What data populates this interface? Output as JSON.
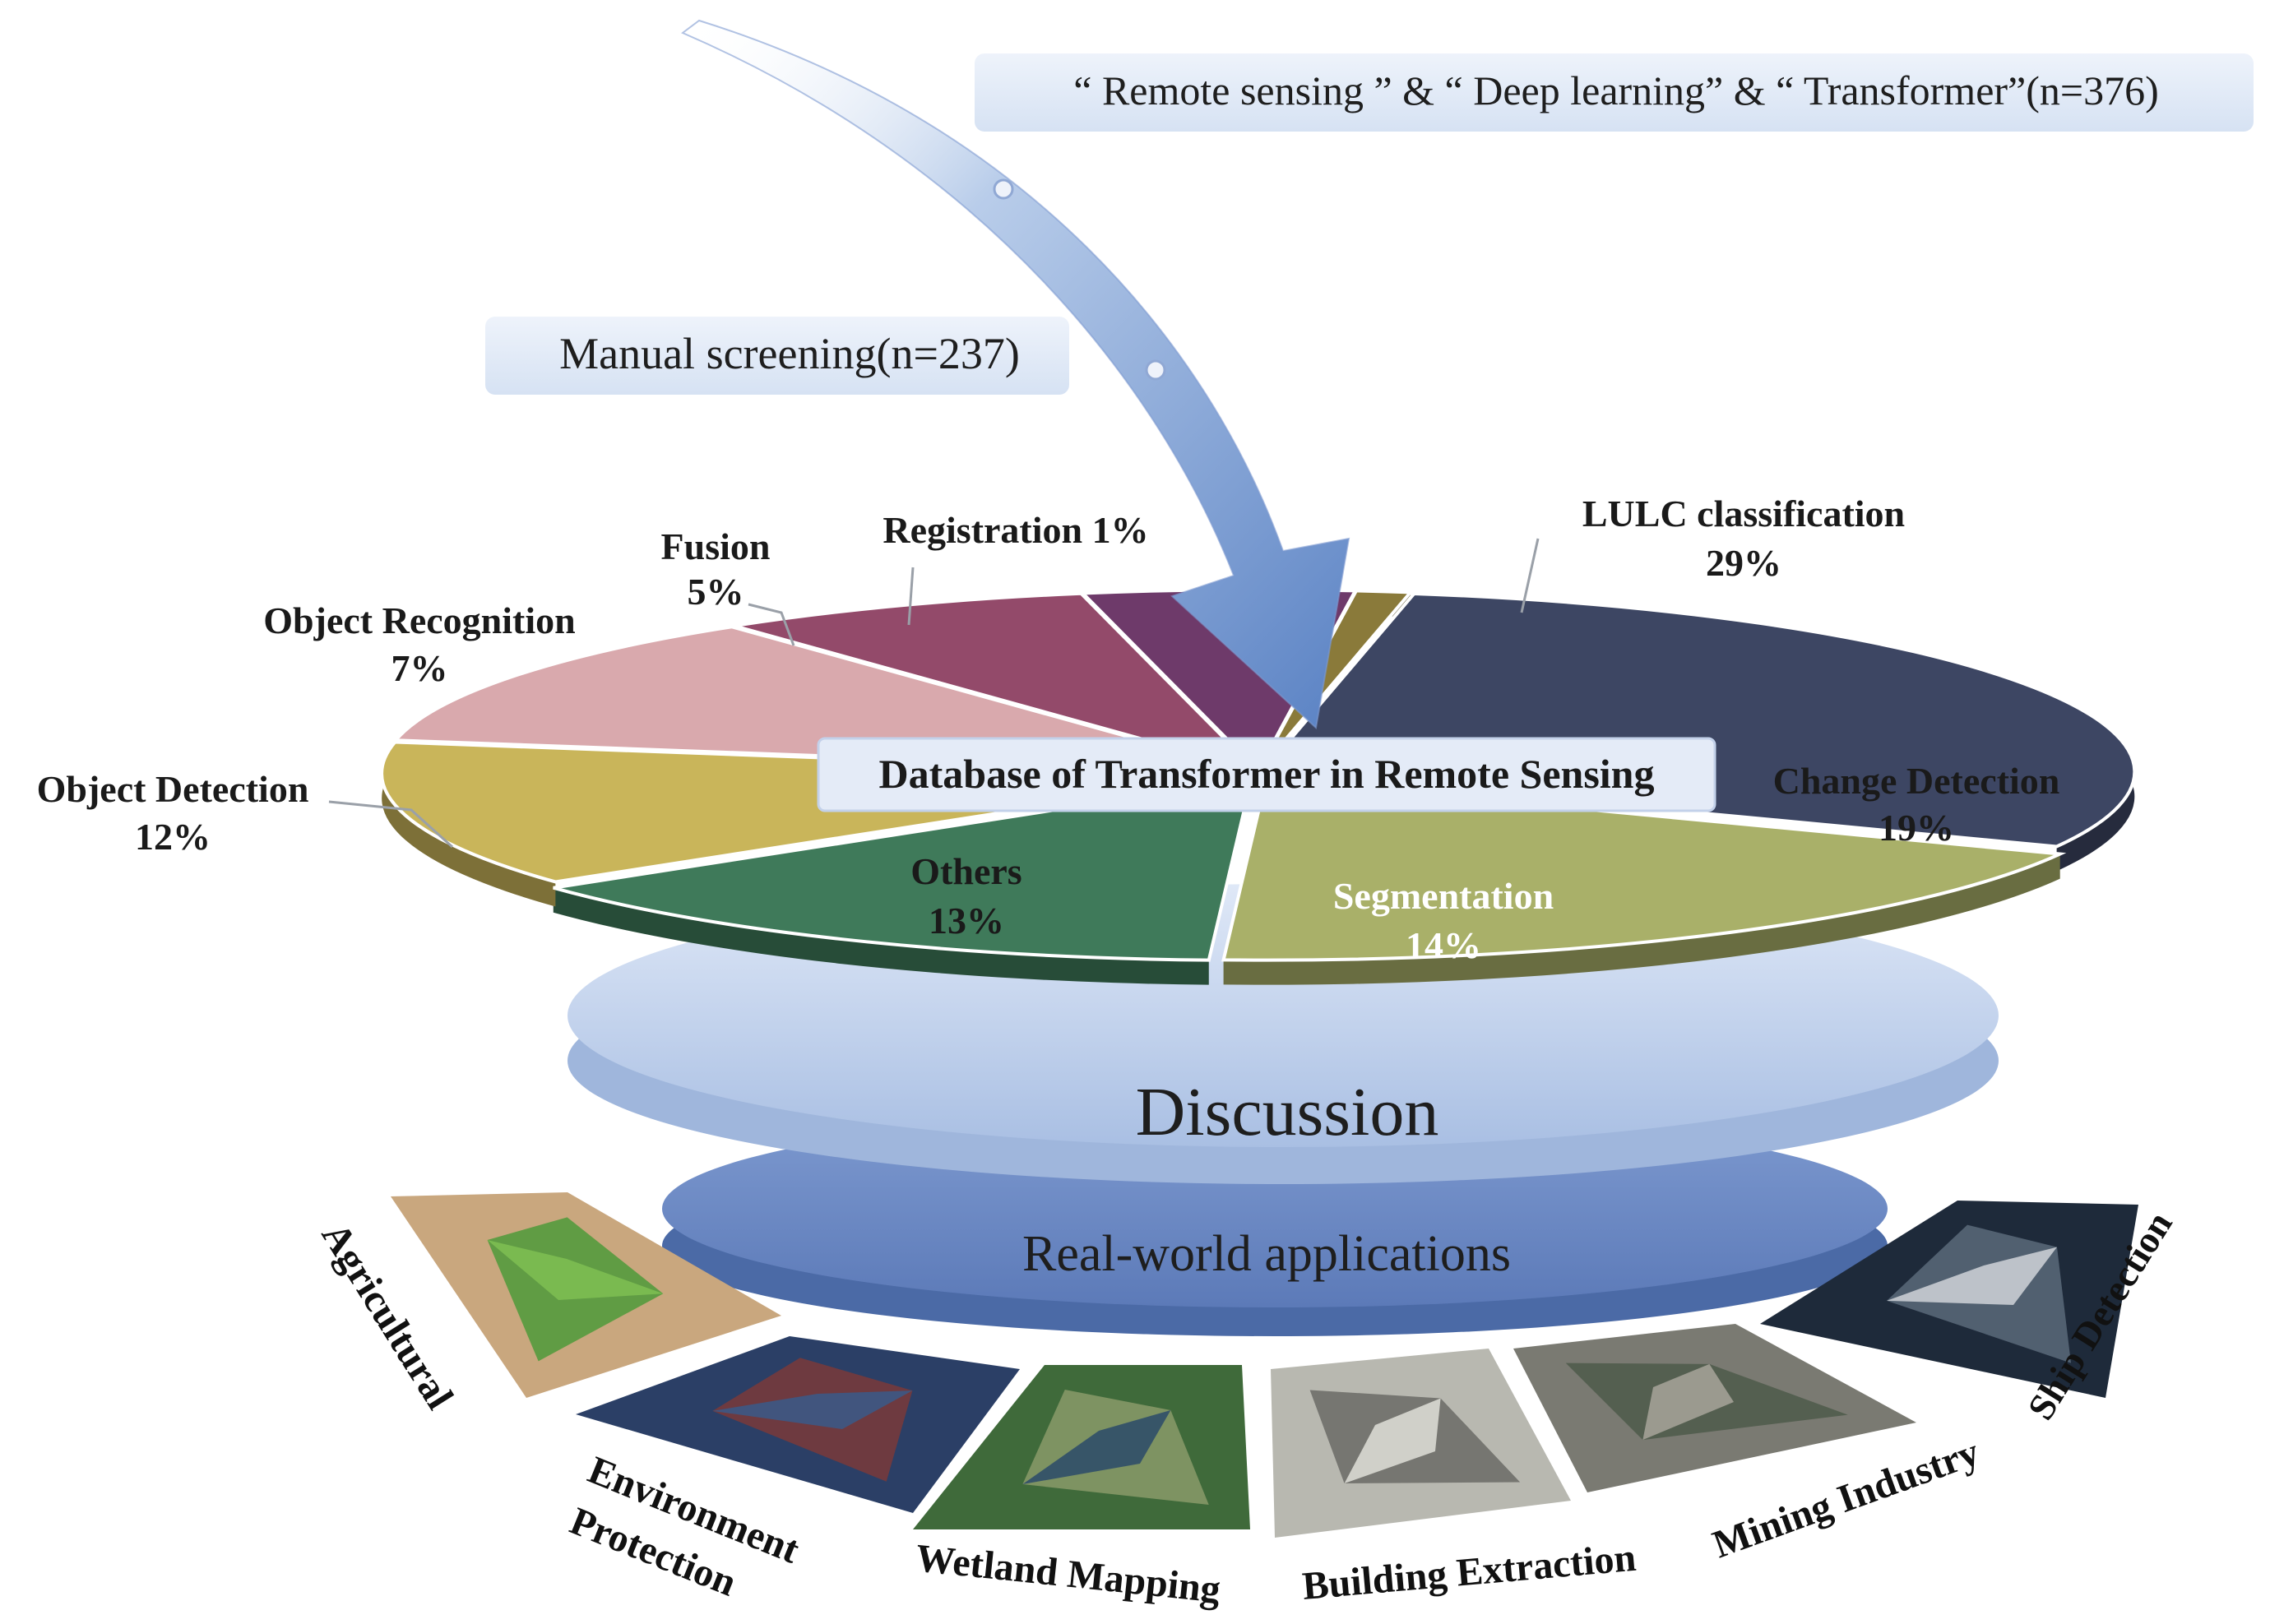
{
  "query_box": {
    "text": "“ Remote sensing ” & “ Deep learning” & “ Transformer”(n=376)"
  },
  "screening_box": {
    "text": "Manual screening(n=237)"
  },
  "database_label": {
    "text": "Database of Transformer in Remote Sensing"
  },
  "discussion_label": {
    "text": "Discussion"
  },
  "applications_label": {
    "text": "Real-world applications"
  },
  "chart_data": {
    "type": "pie",
    "slices": [
      {
        "name": "LULC classification",
        "label_line1": "LULC classification",
        "value_label": "29%",
        "value": 29,
        "color": "#3d4663"
      },
      {
        "name": "Change Detection",
        "label_line1": "Change Detection",
        "value_label": "19%",
        "value": 19,
        "color": "#a9b069"
      },
      {
        "name": "Segmentation",
        "label_line1": "Segmentation",
        "value_label": "14%",
        "value": 14,
        "color": "#3f7a5a"
      },
      {
        "name": "Others",
        "label_line1": "Others",
        "value_label": "13%",
        "value": 13,
        "color": "#c9b55a"
      },
      {
        "name": "Object Detection",
        "label_line1": "Object Detection",
        "value_label": "12%",
        "value": 12,
        "color": "#d9a9ad"
      },
      {
        "name": "Object Recognition",
        "label_line1": "Object Recognition",
        "value_label": "7%",
        "value": 7,
        "color": "#934a6a"
      },
      {
        "name": "Fusion",
        "label_line1": "Fusion",
        "value_label": "5%",
        "value": 5,
        "color": "#6e3a6a"
      },
      {
        "name": "Registration",
        "label_line1": "Registration 1%",
        "value_label": "",
        "value": 1,
        "color": "#8a7a3a"
      }
    ]
  },
  "applications": [
    {
      "name": "Agricultural",
      "colors": [
        "#c9a77e",
        "#4d9a3a",
        "#7fbf52"
      ]
    },
    {
      "name": "Environment Protection",
      "line1": "Environment",
      "line2": "Protection",
      "colors": [
        "#2b3f66",
        "#7a3a3a",
        "#3a5a8a"
      ]
    },
    {
      "name": "Wetland Mapping",
      "colors": [
        "#3f6a3a",
        "#8a9a6a",
        "#2a4a6a"
      ]
    },
    {
      "name": "Building Extraction",
      "colors": [
        "#b8b8b0",
        "#6a6a66",
        "#e0e0d8"
      ]
    },
    {
      "name": "Mining Industry",
      "colors": [
        "#7a7a72",
        "#4e5a4a",
        "#a8a49a"
      ]
    },
    {
      "name": "Ship Detection",
      "colors": [
        "#1e2a3a",
        "#5a6a7a",
        "#d0d4d8"
      ]
    }
  ]
}
